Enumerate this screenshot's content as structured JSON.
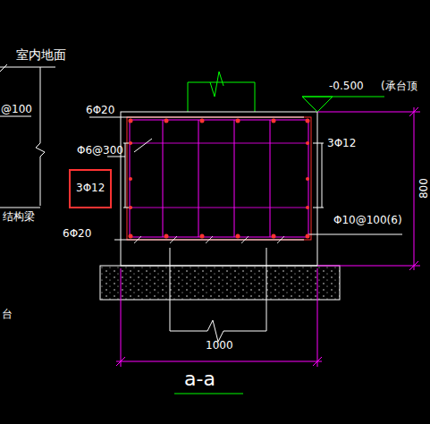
{
  "diagram": {
    "labels": [
      "室内地面",
      "@100",
      "6Φ20",
      "Φ6@300",
      "3Φ12",
      "6Φ20",
      "3Φ12",
      "-0.500",
      "(承台顶",
      "Φ10@100(6)",
      "800",
      "1000",
      "a-a",
      "结构梁",
      "台"
    ]
  }
}
